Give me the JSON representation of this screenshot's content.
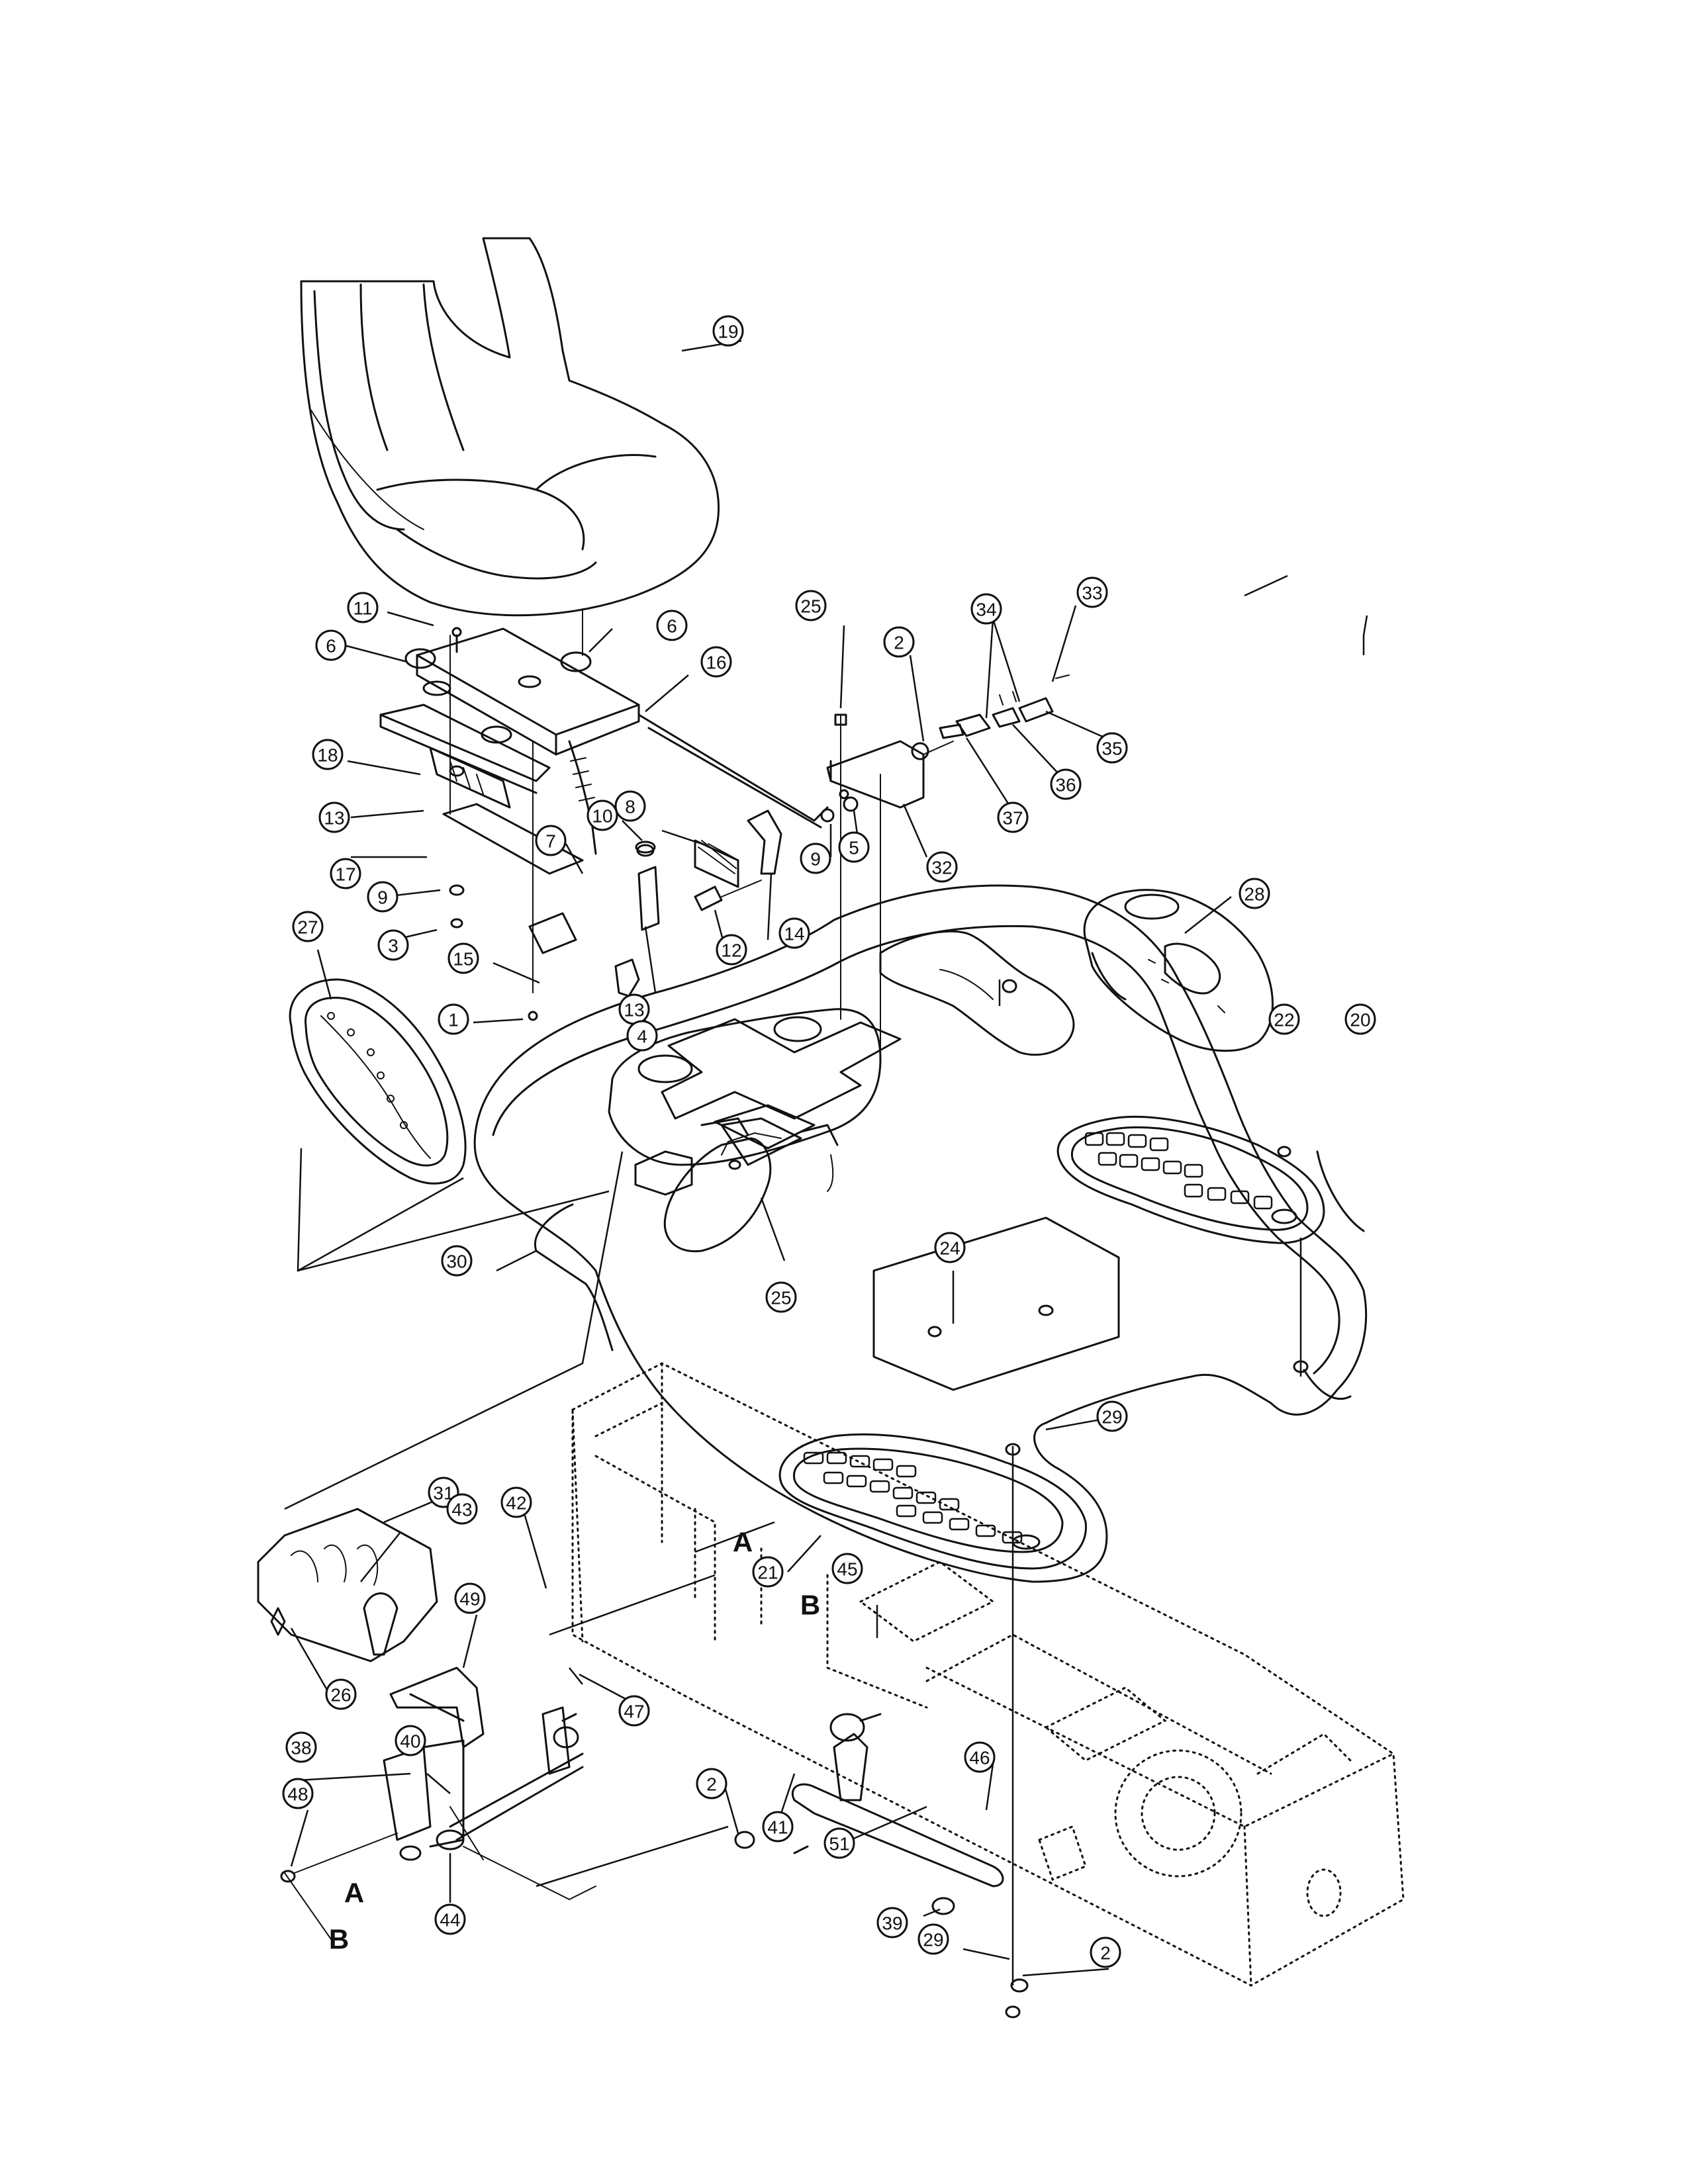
{
  "diagram": {
    "callouts": [
      {
        "id": "c19",
        "label": "19"
      },
      {
        "id": "c11",
        "label": "11"
      },
      {
        "id": "c6a",
        "label": "6"
      },
      {
        "id": "c6b",
        "label": "6"
      },
      {
        "id": "c16",
        "label": "16"
      },
      {
        "id": "c18",
        "label": "18"
      },
      {
        "id": "c13a",
        "label": "13"
      },
      {
        "id": "c17",
        "label": "17"
      },
      {
        "id": "c9a",
        "label": "9"
      },
      {
        "id": "c3",
        "label": "3"
      },
      {
        "id": "c7",
        "label": "7"
      },
      {
        "id": "c15",
        "label": "15"
      },
      {
        "id": "c1",
        "label": "1"
      },
      {
        "id": "c8",
        "label": "8"
      },
      {
        "id": "c10",
        "label": "10"
      },
      {
        "id": "c13b",
        "label": "13"
      },
      {
        "id": "c12",
        "label": "12"
      },
      {
        "id": "c14",
        "label": "14"
      },
      {
        "id": "c4",
        "label": "4"
      },
      {
        "id": "c25a",
        "label": "25"
      },
      {
        "id": "c2a",
        "label": "2"
      },
      {
        "id": "c9b",
        "label": "9"
      },
      {
        "id": "c5",
        "label": "5"
      },
      {
        "id": "c32",
        "label": "32"
      },
      {
        "id": "c34",
        "label": "34"
      },
      {
        "id": "c33",
        "label": "33"
      },
      {
        "id": "c35",
        "label": "35"
      },
      {
        "id": "c36",
        "label": "36"
      },
      {
        "id": "c37",
        "label": "37"
      },
      {
        "id": "c28",
        "label": "28"
      },
      {
        "id": "c27",
        "label": "27"
      },
      {
        "id": "c22",
        "label": "22"
      },
      {
        "id": "c20",
        "label": "20"
      },
      {
        "id": "c30",
        "label": "30"
      },
      {
        "id": "c25b",
        "label": "25"
      },
      {
        "id": "c24",
        "label": "24"
      },
      {
        "id": "c29a",
        "label": "29"
      },
      {
        "id": "c31",
        "label": "31"
      },
      {
        "id": "c43",
        "label": "43"
      },
      {
        "id": "c42",
        "label": "42"
      },
      {
        "id": "c49",
        "label": "49"
      },
      {
        "id": "c21",
        "label": "21"
      },
      {
        "id": "c45",
        "label": "45"
      },
      {
        "id": "c26",
        "label": "26"
      },
      {
        "id": "c47",
        "label": "47"
      },
      {
        "id": "c38",
        "label": "38"
      },
      {
        "id": "c40",
        "label": "40"
      },
      {
        "id": "c2b",
        "label": "2"
      },
      {
        "id": "c46",
        "label": "46"
      },
      {
        "id": "c48",
        "label": "48"
      },
      {
        "id": "c41",
        "label": "41"
      },
      {
        "id": "c51",
        "label": "51"
      },
      {
        "id": "c39",
        "label": "39"
      },
      {
        "id": "c44",
        "label": "44"
      },
      {
        "id": "c29b",
        "label": "29"
      },
      {
        "id": "c2c",
        "label": "2"
      }
    ],
    "letters": [
      {
        "id": "la1",
        "label": "A"
      },
      {
        "id": "lb1",
        "label": "B"
      },
      {
        "id": "la2",
        "label": "A"
      },
      {
        "id": "lb2",
        "label": "B"
      }
    ]
  }
}
